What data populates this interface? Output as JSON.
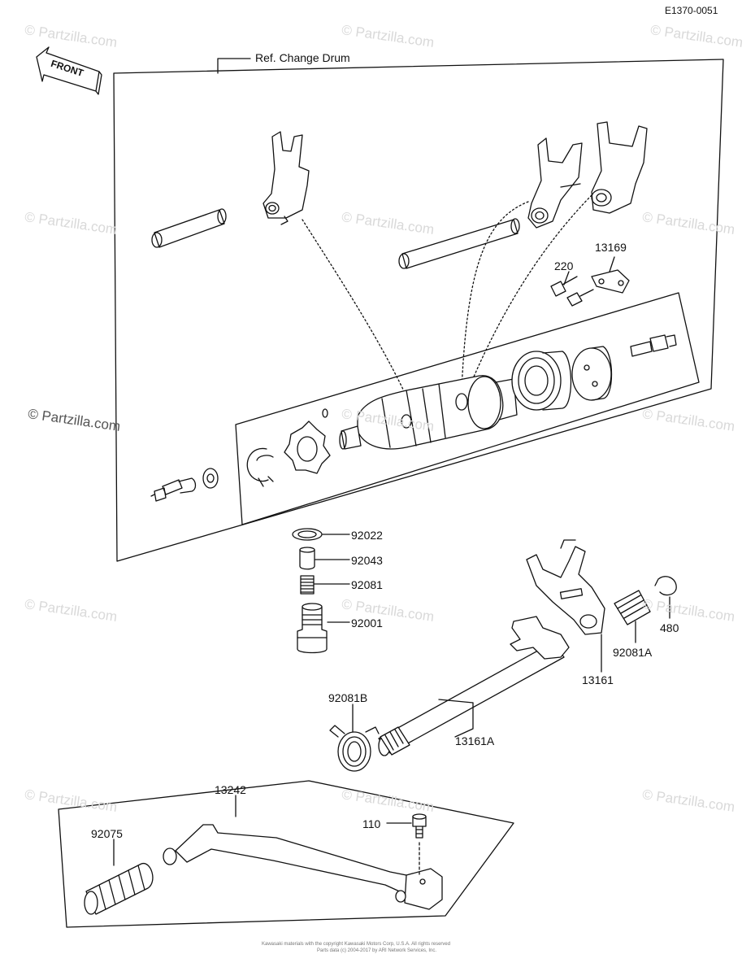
{
  "diagram_code": "E1370-0051",
  "front_arrow_label": "FRONT",
  "ref_label": "Ref.  Change Drum",
  "watermark": "© Partzilla.com",
  "copyright_lines": [
    "Kawasaki materials with the copyright Kawasaki Motors Corp, U.S.A. All rights reserved",
    "Parts data (c) 2004-2017 by ARI Network Services, Inc."
  ],
  "callouts": {
    "p220": "220",
    "p13169": "13169",
    "p92022": "92022",
    "p92043": "92043",
    "p92081": "92081",
    "p92001": "92001",
    "p480": "480",
    "p92081A": "92081A",
    "p13161": "13161",
    "p92081B": "92081B",
    "p13161A": "13161A",
    "p13242": "13242",
    "p110": "110",
    "p92075": "92075"
  }
}
